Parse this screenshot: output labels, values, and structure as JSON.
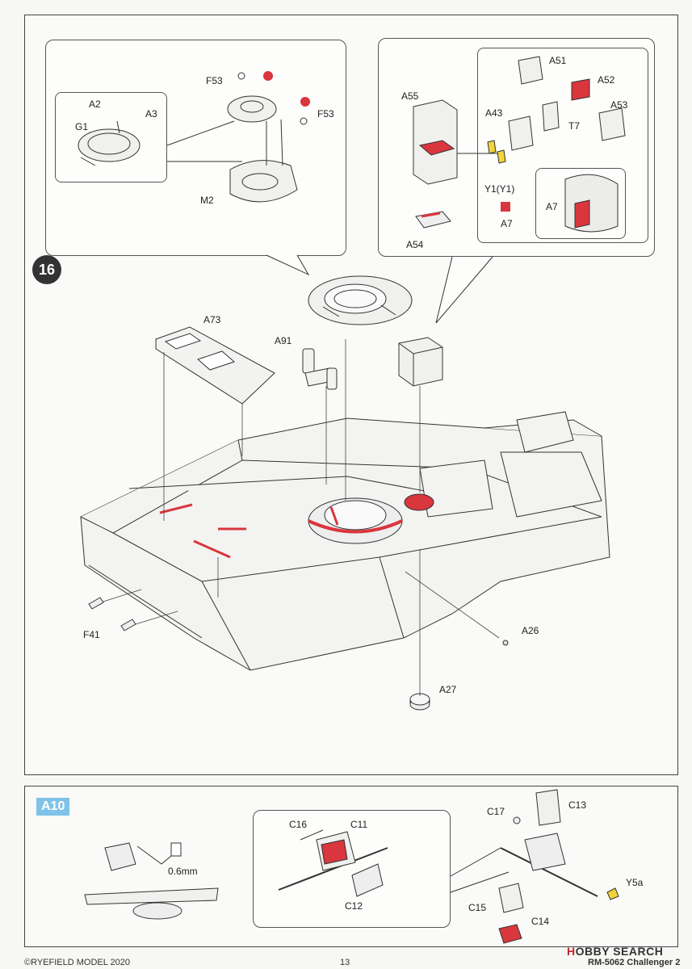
{
  "step": {
    "number": "16"
  },
  "labels_main": {
    "a73": "A73",
    "a91": "A91",
    "a26": "A26",
    "a27": "A27",
    "f41": "F41"
  },
  "panel_hatch": {
    "f53a": "F53",
    "f53b": "F53",
    "a2": "A2",
    "a3": "A3",
    "g1": "G1",
    "m2": "M2"
  },
  "panel_box": {
    "a55": "A55",
    "a54": "A54",
    "a51": "A51",
    "a52": "A52",
    "a53": "A53",
    "a43": "A43",
    "t7": "T7",
    "y1": "Y1(Y1)",
    "a7a": "A7",
    "a7b": "A7"
  },
  "a10": {
    "tag": "A10",
    "note": "0.6mm",
    "c16": "C16",
    "c11": "C11",
    "c12": "C12",
    "c17": "C17",
    "c13": "C13",
    "y5a": "Y5a",
    "c15": "C15",
    "c14": "C14"
  },
  "footer": {
    "copyright": "©RYEFIELD MODEL 2020",
    "page": "13",
    "product": "RM-5062 Challenger 2",
    "watermark_a": "H",
    "watermark_b": "OBBY SEARCH"
  },
  "colors": {
    "accent_red": "#d9363e",
    "yellow": "#f2d43a",
    "a10_blue": "#7fc3e8"
  }
}
